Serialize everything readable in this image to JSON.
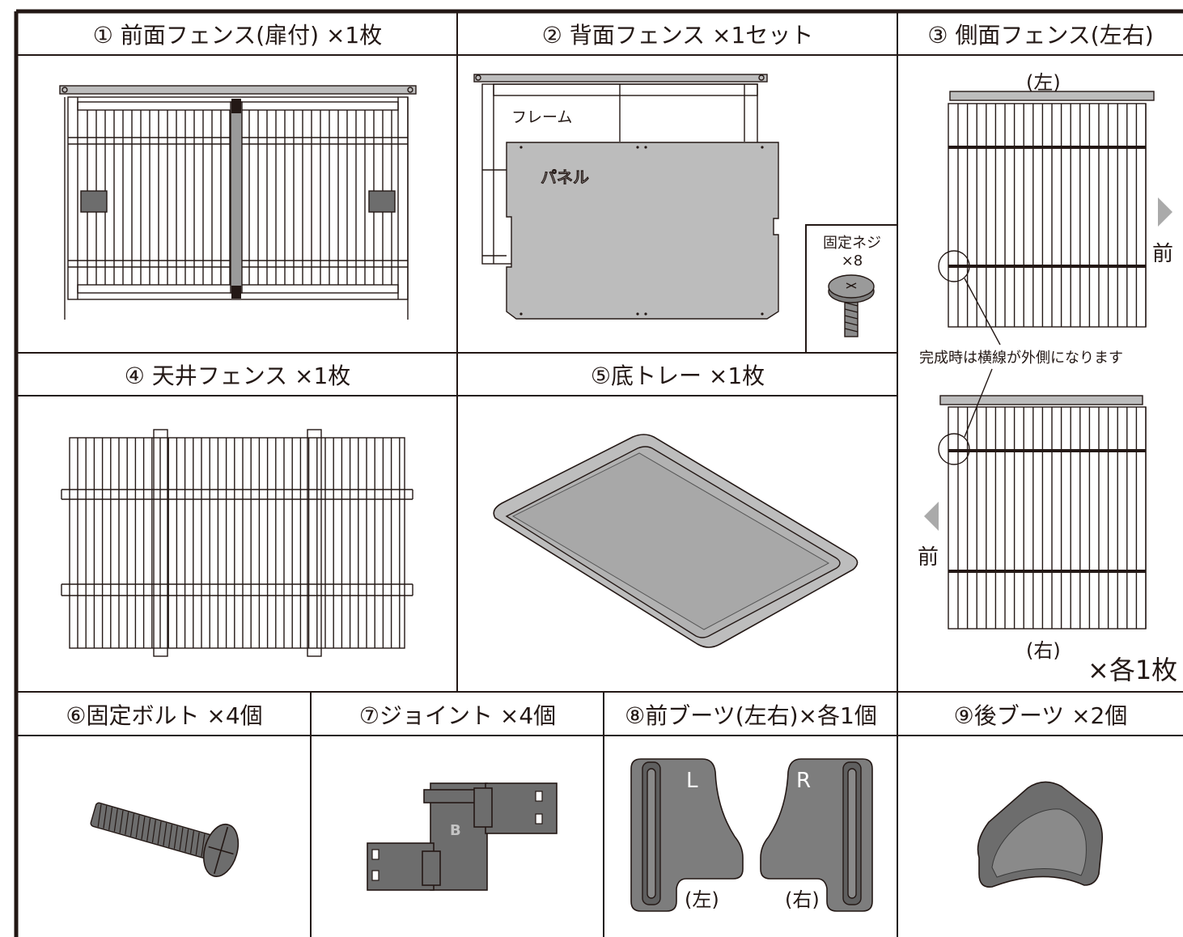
{
  "parts": {
    "front_fence": {
      "title": "① 前面フェンス(扉付) ×1枚"
    },
    "back_fence": {
      "title": "② 背面フェンス ×1セット",
      "frame_label": "フレーム",
      "panel_label": "パネル",
      "screw_label": "固定ネジ",
      "screw_count": "×8"
    },
    "side_fence": {
      "title": "③ 側面フェンス(左右)",
      "left_label": "(左)",
      "right_label": "(右)",
      "front_label_top": "前",
      "front_label_bottom": "前",
      "note": "完成時は横線が外側になります",
      "quantity": "×各1枚"
    },
    "ceiling_fence": {
      "title": "④ 天井フェンス ×1枚"
    },
    "bottom_tray": {
      "title": "⑤底トレー ×1枚"
    },
    "fixing_bolt": {
      "title": "⑥固定ボルト ×4個"
    },
    "joint": {
      "title": "⑦ジョイント ×4個",
      "logo": "B"
    },
    "front_boots": {
      "title": "⑧前ブーツ(左右)×各1個",
      "left_letter": "L",
      "right_letter": "R",
      "left_label": "(左)",
      "right_label": "(右)"
    },
    "rear_boots": {
      "title": "⑨後ブーツ ×2個"
    }
  },
  "colors": {
    "line": "#231815",
    "part_gray": "#7d7d7d",
    "light_gray": "#bdbdbd"
  }
}
